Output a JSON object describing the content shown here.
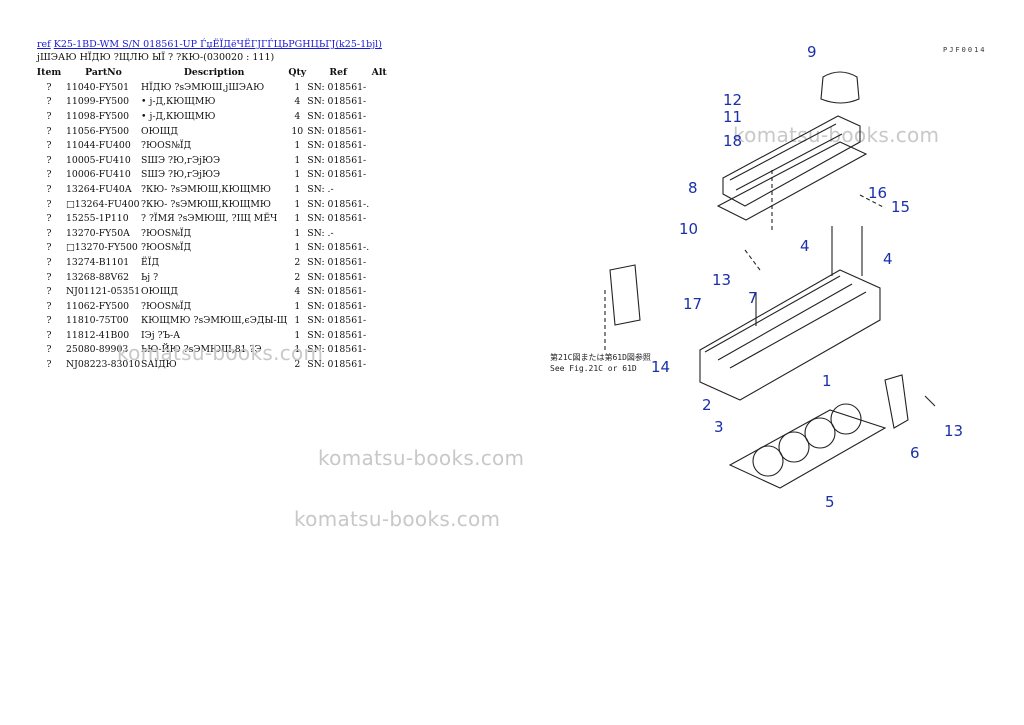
{
  "header": {
    "ref_link": "ref",
    "title_link": "K25-1BD-WM S/N 018561-UP ЃџЁЇДёЧЁГЈГЃЦЬPGHЦЬГЈ(k25-1bjl)"
  },
  "subtitle": "јШЭАЮ НЇДЮ ?ЩЛЮ ЫЇ ? ?КЮ-(030020 : 111)",
  "columns": {
    "item": "Item",
    "partno": "PartNo",
    "description": "Description",
    "qty": "Qty",
    "ref": "Ref",
    "alt": "Alt"
  },
  "rows": [
    {
      "item": "?",
      "partno": "11040-FY501",
      "description": "НЇДЮ ?sЭМЮШ,јШЭАЮ",
      "qty": "1",
      "ref": "SN: 018561-"
    },
    {
      "item": "?",
      "partno": "11099-FY500",
      "description": "• ј-Д,КЮЩМЮ",
      "qty": "4",
      "ref": "SN: 018561-"
    },
    {
      "item": "?",
      "partno": "11098-FY500",
      "description": "• ј-Д,КЮЩМЮ",
      "qty": "4",
      "ref": "SN: 018561-"
    },
    {
      "item": "?",
      "partno": "11056-FY500",
      "description": "ОЮЩД",
      "qty": "10",
      "ref": "SN: 018561-"
    },
    {
      "item": "?",
      "partno": "11044-FU400",
      "description": "?ЮОЅ№ЇД",
      "qty": "1",
      "ref": "SN: 018561-"
    },
    {
      "item": "?",
      "partno": "10005-FU410",
      "description": "SШЭ ?Ю,гЭјЮЭ",
      "qty": "1",
      "ref": "SN: 018561-"
    },
    {
      "item": "?",
      "partno": "10006-FU410",
      "description": "SШЭ ?Ю,гЭјЮЭ",
      "qty": "1",
      "ref": "SN: 018561-"
    },
    {
      "item": "?",
      "partno": "13264-FU40A",
      "description": "?КЮ- ?sЭМЮШ,КЮЩМЮ",
      "qty": "1",
      "ref": "SN: .-"
    },
    {
      "item": "?",
      "partno": "□13264-FU400",
      "description": "?КЮ- ?sЭМЮШ,КЮЩМЮ",
      "qty": "1",
      "ref": "SN: 018561-."
    },
    {
      "item": "?",
      "partno": "15255-1P110",
      "description": "? ?ЇМЯ ?sЭМЮШ, ?IЩ МЁЧ",
      "qty": "1",
      "ref": "SN: 018561-"
    },
    {
      "item": "?",
      "partno": "13270-FY50A",
      "description": "?ЮОЅ№ЇД",
      "qty": "1",
      "ref": "SN: .-"
    },
    {
      "item": "?",
      "partno": "□13270-FY500",
      "description": "?ЮОЅ№ЇД",
      "qty": "1",
      "ref": "SN: 018561-."
    },
    {
      "item": "?",
      "partno": "13274-B1101",
      "description": "ЁЇД",
      "qty": "2",
      "ref": "SN: 018561-"
    },
    {
      "item": "?",
      "partno": "13268-88V62",
      "description": "Ьј ?",
      "qty": "2",
      "ref": "SN: 018561-"
    },
    {
      "item": "?",
      "partno": "NJ01121-05351",
      "description": "ОЮЩД",
      "qty": "4",
      "ref": "SN: 018561-"
    },
    {
      "item": "?",
      "partno": "11062-FY500",
      "description": "?ЮОЅ№ЇД",
      "qty": "1",
      "ref": "SN: 018561-"
    },
    {
      "item": "?",
      "partno": "11810-75T00",
      "description": "КЮЩМЮ ?sЭМЮШ,єЭДЫ-Щ",
      "qty": "1",
      "ref": "SN: 018561-"
    },
    {
      "item": "?",
      "partno": "11812-41B00",
      "description": "ІЭј ?Ъ-А",
      "qty": "1",
      "ref": "SN: 018561-"
    },
    {
      "item": "?",
      "partno": "25080-89903",
      "description": "ЬЮ-ЙЮ ?sЭМЮШ,81 ?Э",
      "qty": "1",
      "ref": "SN: 018561-"
    },
    {
      "item": "?",
      "partno": "NJ08223-83010",
      "description": "SАЇДЮ",
      "qty": "2",
      "ref": "SN: 018561-"
    }
  ],
  "watermarks": [
    "komatsu-books.com",
    "komatsu-books.com",
    "komatsu-books.com",
    "komatsu-books.com"
  ],
  "diagram": {
    "code": "PJF0014",
    "note_line1": "第21C図または第61D図参照",
    "note_line2": "See Fig.21C or 61D",
    "callouts": [
      "9",
      "12",
      "11",
      "18",
      "8",
      "16",
      "15",
      "10",
      "4",
      "4",
      "13",
      "7",
      "17",
      "14",
      "1",
      "2",
      "3",
      "6",
      "13",
      "5"
    ],
    "callout_color": "#1a2faa"
  }
}
